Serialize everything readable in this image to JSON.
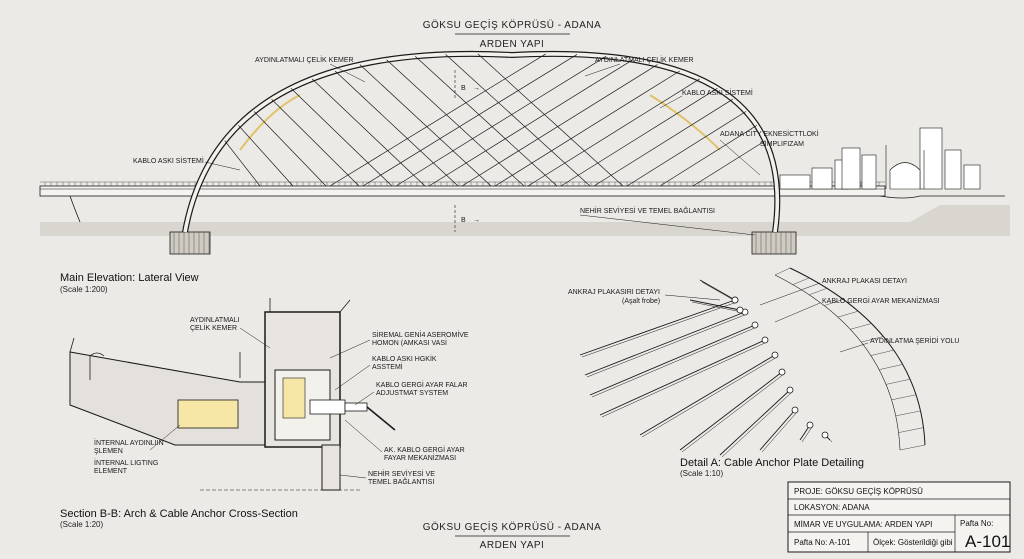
{
  "header": {
    "title": "GÖKSU GEÇİŞ KÖPRÜSÜ - ADANA",
    "subtitle": "ARDEN YAPI"
  },
  "footer": {
    "title": "GÖKSU GEÇİŞ KÖPRÜSÜ - ADANA",
    "subtitle": "ARDEN YAPI"
  },
  "elevation": {
    "label_arch_left": "AYDINLATMALI ÇELİK KEMER",
    "label_arch_right": "AYDINLATMALI ÇELİK KEMER",
    "label_cable_left": "KABLO ASKI SİSTEMİ",
    "label_cable_right": "KABLO ASKI SİSTEMİ",
    "label_city_1": "ADANA CİTY EKNESİCTTLOKİ",
    "label_city_2": "SIMPLIFIZAM",
    "label_river": "NEHİR SEVİYESİ VE TEMEL BAĞLANTISI",
    "section_marker_top": "B",
    "section_marker_bottom": "B",
    "caption": "Main Elevation: Lateral View",
    "scale": "(Scale 1:200)"
  },
  "section": {
    "label_arch_1": "AYDINLATMALI",
    "label_arch_2": "ÇELİK KEMER",
    "label_a1": "SİREMAL GENİ4 ASEROMİVE",
    "label_a2": "HOMON (AMKASI VASİ",
    "label_b1": "KABLO ASKI HGKİK",
    "label_b2": "ASSTEMİ",
    "label_c1": "KABLO GERGİ AYAR FALAR",
    "label_c2": "ADJUSTMAT SYSTEM",
    "label_d1": "AK. KABLO GERGİ AYAR",
    "label_d2": "FAYAR MEKANİZMASI",
    "label_e1": "NEHİR SEVİYESİ VE",
    "label_e2": "TEMEL BAĞLANTISI",
    "label_int_1": "İNTERNAL AYDINLIIN",
    "label_int_2": "ŞLEMEN",
    "label_int_3": "İNTERNAL LIGTING",
    "label_int_4": "ELEMENT",
    "caption": "Section B-B: Arch & Cable Anchor Cross-Section",
    "scale": "(Scale 1:20)"
  },
  "detail": {
    "label_anchor_left": "ANKRAJ PLAKASIRI DETAYI",
    "label_anchor_left_sub": "(Aşalt frobe)",
    "label_anchor_right": "ANKRAJ PLAKASI DETAYI",
    "label_tension": "KABLO GERGİ AYAR MEKANİZMASI",
    "label_light": "AYDINLATMA ŞERİDİ YOLU",
    "caption": "Detail A: Cable Anchor Plate Detailing",
    "scale": "(Scale 1:10)"
  },
  "title_block": {
    "project": "PROJE: GÖKSU GEÇİŞ KÖPRÜSÜ",
    "location": "LOKASYON: ADANA",
    "architect": "MİMAR VE UYGULAMA: ARDEN YAPI",
    "sheet_no_label": "Pafta No: A-101",
    "scale_label": "Ölçek: Gösterildiği gibi",
    "pafta_label": "Pafta No:",
    "pafta_value": "A-101"
  }
}
